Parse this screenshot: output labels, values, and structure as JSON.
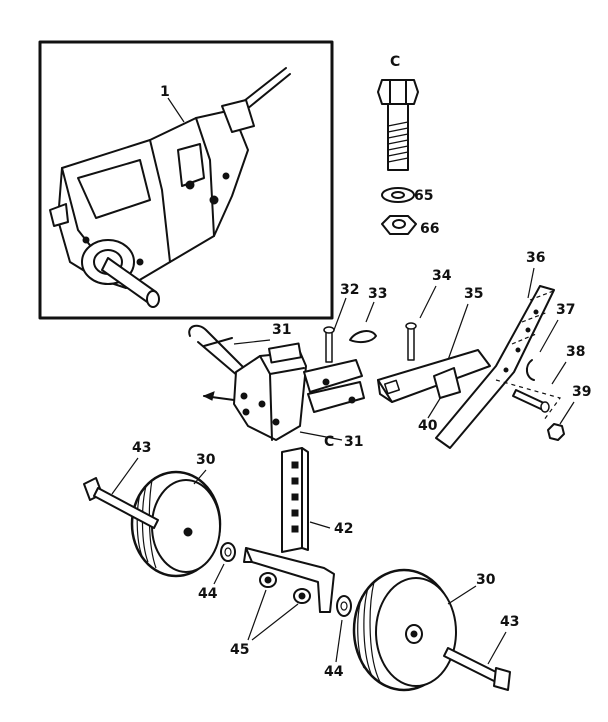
{
  "diagram": {
    "labels": {
      "c_top": "C",
      "c_mid": "C",
      "n1": "1",
      "n30a": "30",
      "n30b": "30",
      "n31a": "31",
      "n31b": "31",
      "n32": "32",
      "n33": "33",
      "n34": "34",
      "n35": "35",
      "n36": "36",
      "n37": "37",
      "n38": "38",
      "n39": "39",
      "n40": "40",
      "n42": "42",
      "n43a": "43",
      "n43b": "43",
      "n44a": "44",
      "n44b": "44",
      "n45": "45",
      "n65": "65",
      "n66": "66"
    }
  }
}
